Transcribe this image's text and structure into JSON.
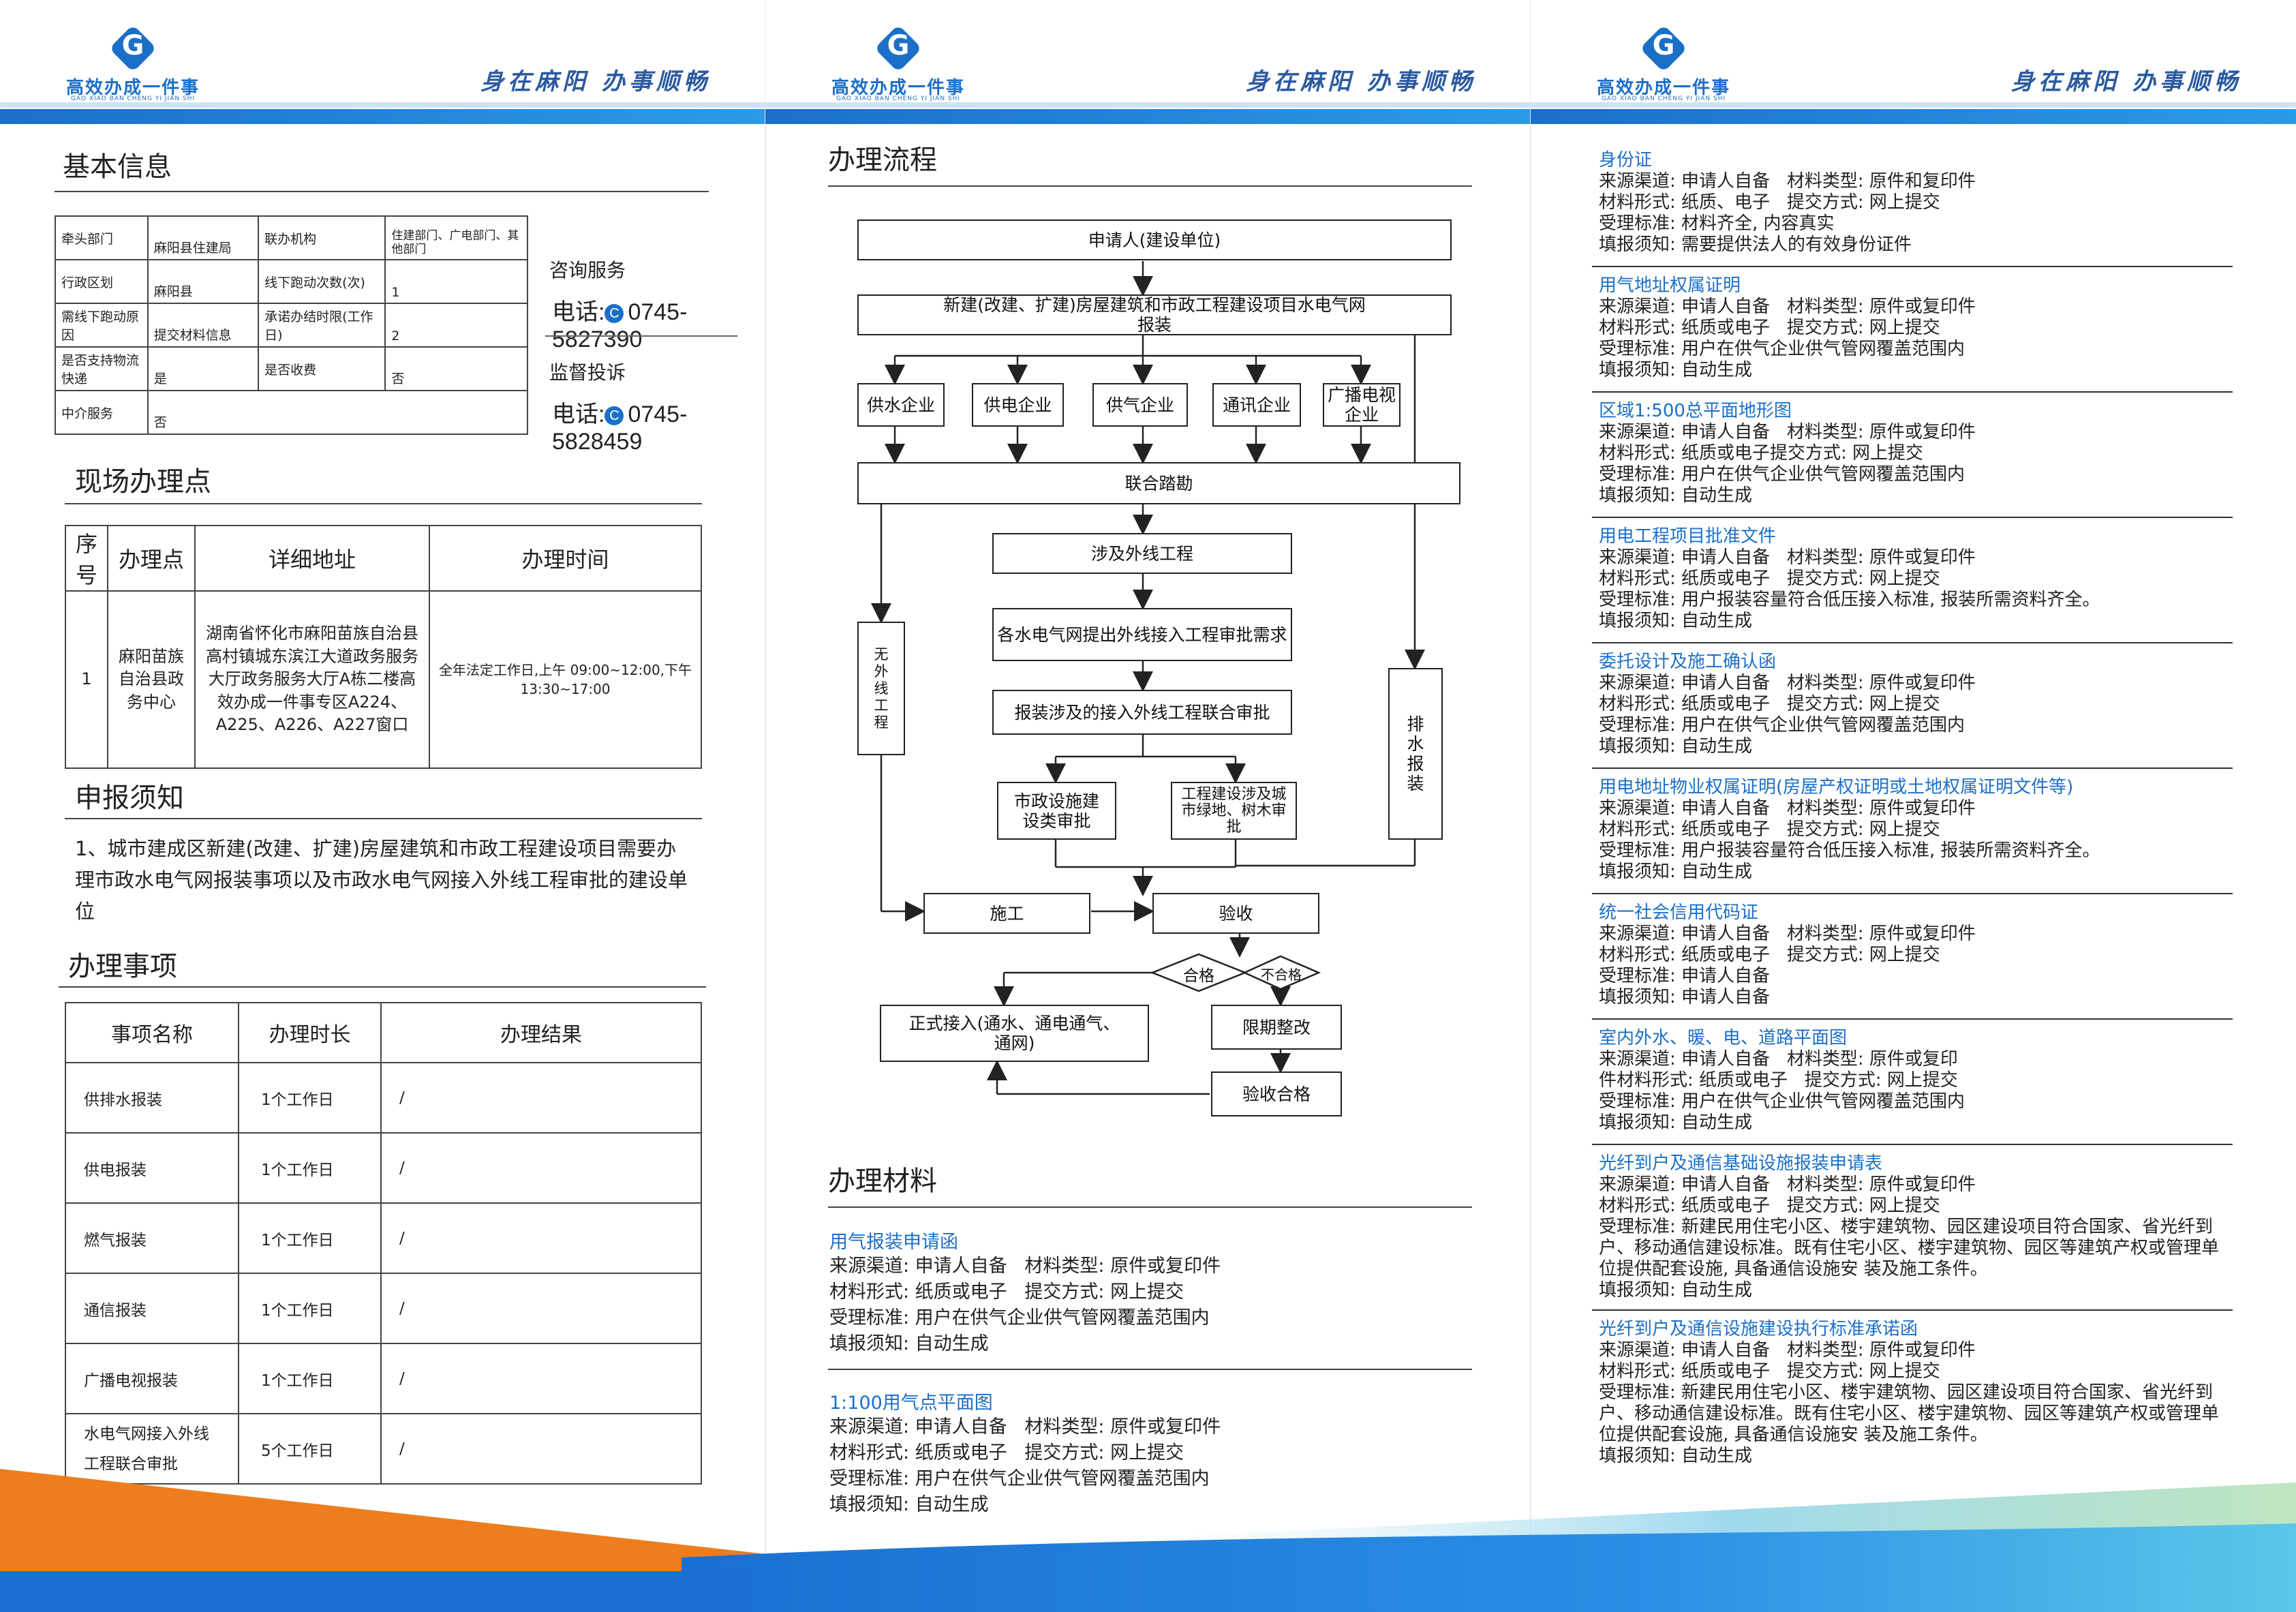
{
  "header": {
    "logo_text": "高效办成一件事",
    "logo_sub": "GAO XIAO BAN CHENG YI JIAN SHI",
    "logo_letter": "G",
    "slogan": "身在麻阳  办事顺畅"
  },
  "basic": {
    "title": "基本信息",
    "rows": [
      [
        "牵头部门",
        "麻阳县住建局",
        "联办机构",
        "住建部门、广电部门、其他部门"
      ],
      [
        "行政区划",
        "麻阳县",
        "线下跑动次数(次)",
        "1"
      ],
      [
        "需线下跑动原因",
        "提交材料信息",
        "承诺办结时限(工作日)",
        "2"
      ],
      [
        "是否支持物流快递",
        "是",
        "是否收费",
        "否"
      ],
      [
        "中介服务",
        "否",
        "",
        ""
      ]
    ],
    "consult_label": "咨询服务",
    "consult_phone_label": "电话:",
    "consult_phone": "0745-5827390",
    "complaint_label": "监督投诉",
    "complaint_phone_label": "电话:",
    "complaint_phone": "0745-5828459"
  },
  "site": {
    "title": "现场办理点",
    "headers": [
      "序号",
      "办理点",
      "详细地址",
      "办理时间"
    ],
    "rows": [
      [
        "1",
        "麻阳苗族自治县政务中心",
        "湖南省怀化市麻阳苗族自治县高村镇城东滨江大道政务服务大厅政务服务大厅A栋二楼高效办成一件事专区A224、A225、A226、A227窗口",
        "全年法定工作日,上午 09:00~12:00,下午 13:30~17:00"
      ]
    ]
  },
  "notice": {
    "title": "申报须知",
    "text": "1、城市建成区新建(改建、扩建)房屋建筑和市政工程建设项目需要办理市政水电气网报装事项以及市政水电气网接入外线工程审批的建设单位"
  },
  "items": {
    "title": "办理事项",
    "headers": [
      "事项名称",
      "办理时长",
      "办理结果"
    ],
    "rows": [
      [
        "供排水报装",
        "1个工作日",
        "/"
      ],
      [
        "供电报装",
        "1个工作日",
        "/"
      ],
      [
        "燃气报装",
        "1个工作日",
        "/"
      ],
      [
        "通信报装",
        "1个工作日",
        "/"
      ],
      [
        "广播电视报装",
        "1个工作日",
        "/"
      ],
      [
        "水电气网接入外线工程联合审批",
        "5个工作日",
        "/"
      ]
    ]
  },
  "flow": {
    "title": "办理流程",
    "applicant": "申请人(建设单位)",
    "apply": "新建(改建、扩建)房屋建筑和市政工程建设项目水电气网报装",
    "w": "供水企业",
    "e": "供电企业",
    "g": "供气企业",
    "t": "通讯企业",
    "tv": "广播电视企业",
    "joint": "联合踏勘",
    "ext": "涉及外线工程",
    "req": "各水电气网提出外线接入工程审批需求",
    "review": "报装涉及的接入外线工程联合审批",
    "muni": "市政设施建设类审批",
    "green": "工程建设涉及城市绿地、树木审批",
    "noext": "无外线工程",
    "drain": "排水报装",
    "build": "施工",
    "accept": "验收",
    "pass": "合格",
    "fail": "不合格",
    "fix": "限期整改",
    "ok": "验收合格",
    "connect": "正式接入(通水、通电通气、通网)"
  },
  "materials": {
    "title": "办理材料",
    "list": [
      {
        "name": "用气报装申请函",
        "lines": [
          "来源渠道: 申请人自备   材料类型: 原件或复印件",
          "材料形式: 纸质或电子   提交方式: 网上提交",
          "受理标准: 用户在供气企业供气管网覆盖范围内",
          "填报须知: 自动生成"
        ]
      },
      {
        "name": "1:100用气点平面图",
        "lines": [
          "来源渠道: 申请人自备   材料类型: 原件或复印件",
          "材料形式: 纸质或电子   提交方式: 网上提交",
          "受理标准: 用户在供气企业供气管网覆盖范围内",
          "填报须知: 自动生成"
        ]
      }
    ]
  },
  "materials_right": [
    {
      "name": "身份证",
      "lines": [
        "来源渠道: 申请人自备   材料类型: 原件和复印件",
        "材料形式: 纸质、电子   提交方式: 网上提交",
        "受理标准: 材料齐全, 内容真实",
        "填报须知: 需要提供法人的有效身份证件"
      ]
    },
    {
      "name": "用气地址权属证明",
      "lines": [
        "来源渠道: 申请人自备   材料类型: 原件或复印件",
        "材料形式: 纸质或电子   提交方式: 网上提交",
        "受理标准: 用户在供气企业供气管网覆盖范围内",
        "填报须知: 自动生成"
      ]
    },
    {
      "name": "区域1:500总平面地形图",
      "lines": [
        "来源渠道: 申请人自备   材料类型: 原件或复印件",
        "材料形式: 纸质或电子提交方式: 网上提交",
        "受理标准: 用户在供气企业供气管网覆盖范围内",
        "填报须知: 自动生成"
      ]
    },
    {
      "name": "用电工程项目批准文件",
      "lines": [
        "来源渠道: 申请人自备   材料类型: 原件或复印件",
        "材料形式: 纸质或电子   提交方式: 网上提交",
        "受理标准: 用户报装容量符合低压接入标准, 报装所需资料齐全。",
        "填报须知: 自动生成"
      ]
    },
    {
      "name": "委托设计及施工确认函",
      "lines": [
        "来源渠道: 申请人自备   材料类型: 原件或复印件",
        "材料形式: 纸质或电子   提交方式: 网上提交",
        "受理标准: 用户在供气企业供气管网覆盖范围内",
        "填报须知: 自动生成"
      ]
    },
    {
      "name": "用电地址物业权属证明(房屋产权证明或土地权属证明文件等)",
      "lines": [
        "来源渠道: 申请人自备   材料类型: 原件或复印件",
        "材料形式: 纸质或电子   提交方式: 网上提交",
        "受理标准: 用户报装容量符合低压接入标准, 报装所需资料齐全。",
        "填报须知: 自动生成"
      ]
    },
    {
      "name": "统一社会信用代码证",
      "lines": [
        "来源渠道: 申请人自备   材料类型: 原件或复印件",
        "材料形式: 纸质或电子   提交方式: 网上提交",
        "受理标准: 申请人自备",
        "填报须知: 申请人自备"
      ]
    },
    {
      "name": "室内外水、暖、电、道路平面图",
      "lines": [
        "来源渠道: 申请人自备   材料类型: 原件或复印",
        "件材料形式: 纸质或电子   提交方式: 网上提交",
        "受理标准: 用户在供气企业供气管网覆盖范围内",
        "填报须知: 自动生成"
      ]
    },
    {
      "name": "光纤到户及通信基础设施报装申请表",
      "lines": [
        "来源渠道: 申请人自备   材料类型: 原件或复印件",
        "材料形式: 纸质或电子   提交方式: 网上提交",
        "受理标准: 新建民用住宅小区、楼宇建筑物、园区建设项目符合国家、省光纤到户、移动通信建设标准。既有住宅小区、楼宇建筑物、园区等建筑产权或管理单位提供配套设施, 具备通信设施安 装及施工条件。",
        "填报须知: 自动生成"
      ]
    },
    {
      "name": "光纤到户及通信设施建设执行标准承诺函",
      "lines": [
        "来源渠道: 申请人自备   材料类型: 原件或复印件",
        "材料形式: 纸质或电子   提交方式: 网上提交",
        "受理标准: 新建民用住宅小区、楼宇建筑物、园区建设项目符合国家、省光纤到户、移动通信建设标准。既有住宅小区、楼宇建筑物、园区等建筑产权或管理单位提供配套设施, 具备通信设施安 装及施工条件。",
        "填报须知: 自动生成"
      ]
    }
  ]
}
